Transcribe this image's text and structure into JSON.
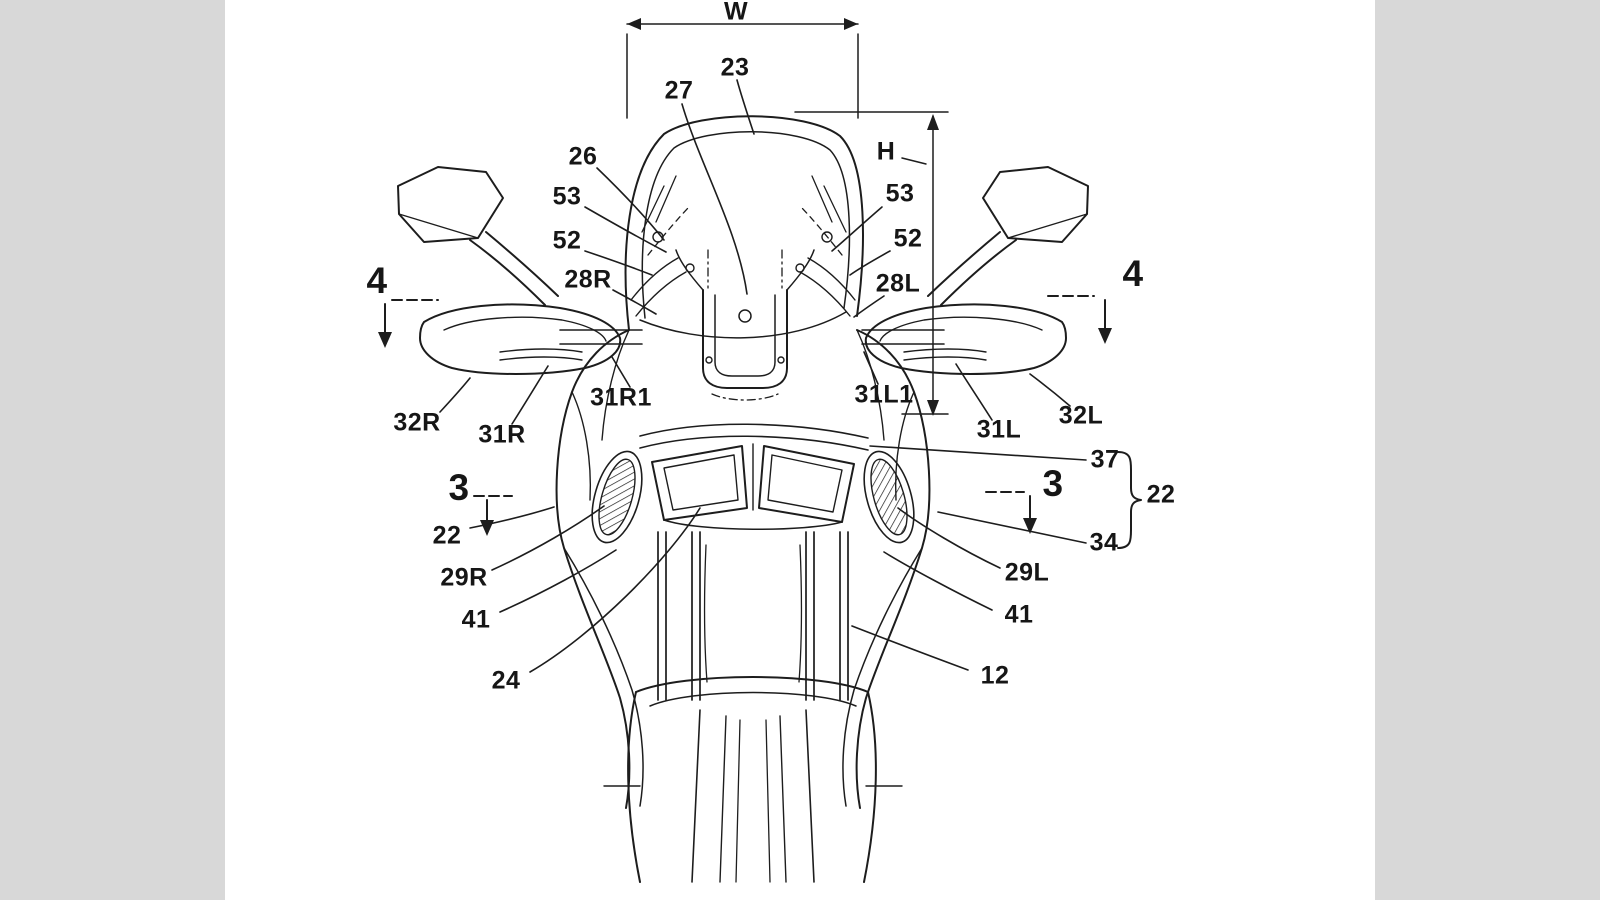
{
  "figure": {
    "drawing_type": "patent line drawing",
    "subject": "Motorcycle front cowl with windscreen, mirrors, hand guards, dual headlights, front fork and fender - front elevation",
    "ink_color": "#1d1d1d",
    "paper_color": "#ffffff",
    "margin_color": "#d8d8d8",
    "dimension_labels": [
      "W",
      "H"
    ],
    "section_markers": [
      "4",
      "4",
      "3",
      "3"
    ],
    "labels": [
      {
        "name": "dim-w",
        "text": "W"
      },
      {
        "name": "dim-h",
        "text": "H"
      },
      {
        "name": "ref-23",
        "text": "23"
      },
      {
        "name": "ref-27",
        "text": "27"
      },
      {
        "name": "ref-26",
        "text": "26"
      },
      {
        "name": "ref-53-left",
        "text": "53"
      },
      {
        "name": "ref-52-left",
        "text": "52"
      },
      {
        "name": "ref-28r",
        "text": "28R"
      },
      {
        "name": "ref-53-right",
        "text": "53"
      },
      {
        "name": "ref-52-right",
        "text": "52"
      },
      {
        "name": "ref-28l",
        "text": "28L"
      },
      {
        "name": "section-4-left",
        "text": "4"
      },
      {
        "name": "section-4-right",
        "text": "4"
      },
      {
        "name": "ref-32r",
        "text": "32R"
      },
      {
        "name": "ref-31r",
        "text": "31R"
      },
      {
        "name": "ref-31r1",
        "text": "31R1"
      },
      {
        "name": "ref-31l1",
        "text": "31L1"
      },
      {
        "name": "ref-31l",
        "text": "31L"
      },
      {
        "name": "ref-32l",
        "text": "32L"
      },
      {
        "name": "ref-37",
        "text": "37"
      },
      {
        "name": "section-3-left",
        "text": "3"
      },
      {
        "name": "section-3-right",
        "text": "3"
      },
      {
        "name": "ref-22-left",
        "text": "22"
      },
      {
        "name": "ref-22-right",
        "text": "22"
      },
      {
        "name": "ref-34",
        "text": "34"
      },
      {
        "name": "ref-29r",
        "text": "29R"
      },
      {
        "name": "ref-29l",
        "text": "29L"
      },
      {
        "name": "ref-41-left",
        "text": "41"
      },
      {
        "name": "ref-41-right",
        "text": "41"
      },
      {
        "name": "ref-24",
        "text": "24"
      },
      {
        "name": "ref-12",
        "text": "12"
      }
    ]
  }
}
